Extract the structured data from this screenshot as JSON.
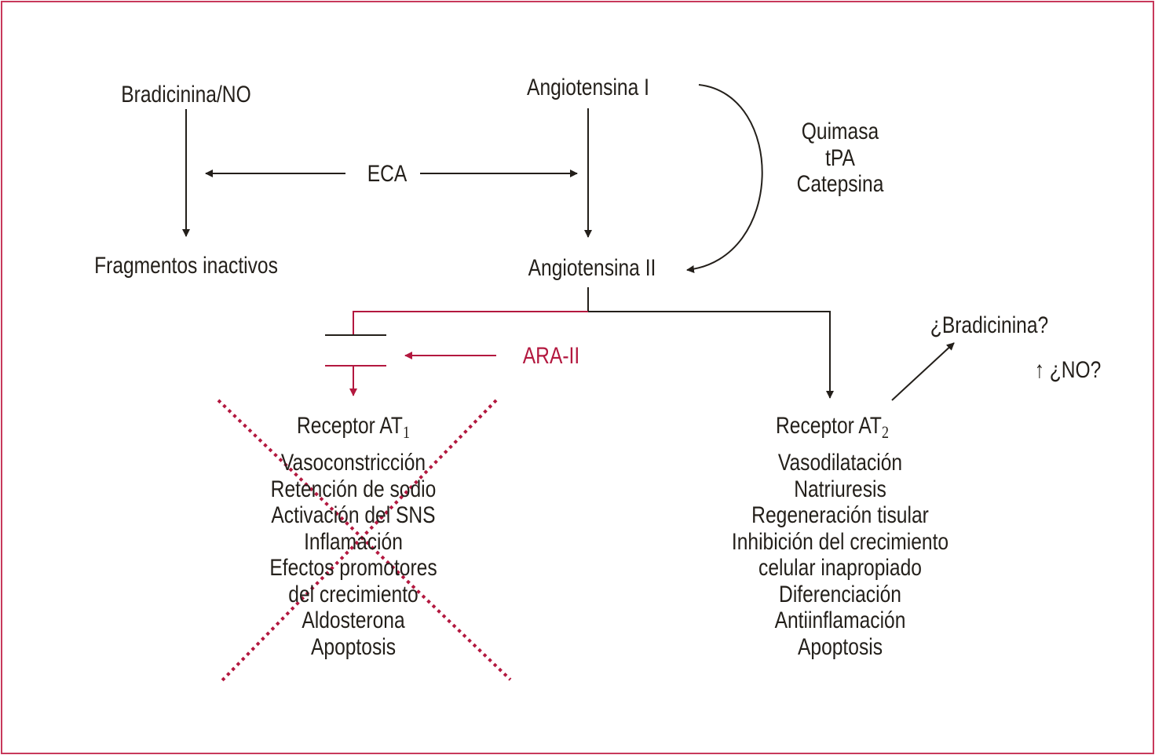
{
  "diagram": {
    "colors": {
      "border": "#c8385a",
      "ink": "#231f1a",
      "blocker": "#b3183f"
    },
    "nodes": {
      "bradicinina_no": "Bradicinina/NO",
      "fragmentos": "Fragmentos inactivos",
      "eca": "ECA",
      "angiotensina_i": "Angiotensina I",
      "angiotensina_ii": "Angiotensina II",
      "alt_enzymes": [
        "Quimasa",
        "tPA",
        "Catepsina"
      ],
      "ara_ii": "ARA-II",
      "receptor_at1": {
        "label": "Receptor AT",
        "subscript": "1"
      },
      "receptor_at2": {
        "label": "Receptor AT",
        "subscript": "2"
      },
      "bradicinina_q": "¿Bradicinina?",
      "no_q": "↑ ¿NO?"
    },
    "at1_effects": [
      "Vasoconstricción",
      "Retención de sodio",
      "Activación del SNS",
      "Inflamación",
      "Efectos promotores",
      "del crecimiento",
      "Aldosterona",
      "Apoptosis"
    ],
    "at2_effects": [
      "Vasodilatación",
      "Natriuresis",
      "Regeneración tisular",
      "Inhibición del crecimiento",
      "celular inapropiado",
      "Diferenciación",
      "Antiinflamación",
      "Apoptosis"
    ],
    "at1_blocked": true
  }
}
